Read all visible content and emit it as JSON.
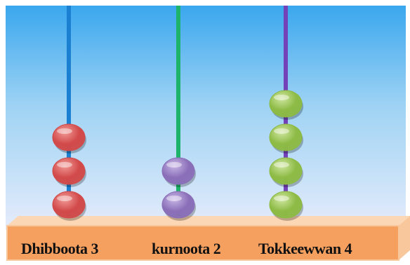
{
  "colors": {
    "sky_top": "#3aa7ee",
    "sky_mid": "#9fd3f4",
    "sky_bottom": "#e6ecfb",
    "base_front": "#f6a060",
    "base_top": "#fbd7b5",
    "base_edge": "#f9c79c"
  },
  "rods": [
    {
      "name": "rod-units",
      "color": "#1b7fd2",
      "bead_count": 3,
      "bead_color": "#d24a4a",
      "bead_highlight": "#f09a96",
      "label": "Dhibboota 3"
    },
    {
      "name": "rod-tens",
      "color": "#1db36a",
      "bead_count": 2,
      "bead_color": "#8a6fb8",
      "bead_highlight": "#c8b6e6",
      "label": "kurnoota 2"
    },
    {
      "name": "rod-hundreds",
      "color": "#7442b8",
      "bead_count": 4,
      "bead_color": "#8dbb45",
      "bead_highlight": "#cfe6a0",
      "label": "Tokkeewwan 4"
    }
  ]
}
